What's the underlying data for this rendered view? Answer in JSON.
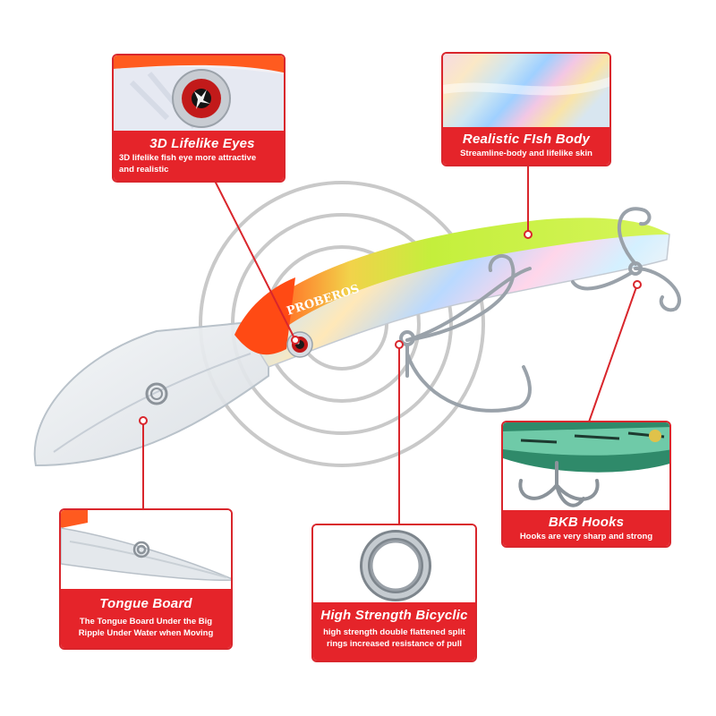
{
  "brand_text": "PROBEROS",
  "colors": {
    "accent_red": "#e5242a",
    "border_red": "#d9262c",
    "lure_green": "#c8ee3a",
    "lure_orange": "#f05a1a"
  },
  "features": {
    "eyes": {
      "title": "3D Lifelike  Eyes",
      "desc_line1": "3D lifelike fish eye more attractive",
      "desc_line2": "and realistic"
    },
    "body": {
      "title": "Realistic FIsh Body",
      "desc": "Streamline-body and lifelike skin"
    },
    "hooks": {
      "title": "BKB Hooks",
      "desc": "Hooks are very sharp and strong"
    },
    "tongue": {
      "title": "Tongue Board",
      "desc_line1": "The Tongue Board Under the Big",
      "desc_line2": "Ripple Under Water when Moving"
    },
    "ring": {
      "title": "High Strength Bicyclic",
      "desc_line1": "high strength double flattened split",
      "desc_line2": "rings increased resistance of pull"
    }
  }
}
